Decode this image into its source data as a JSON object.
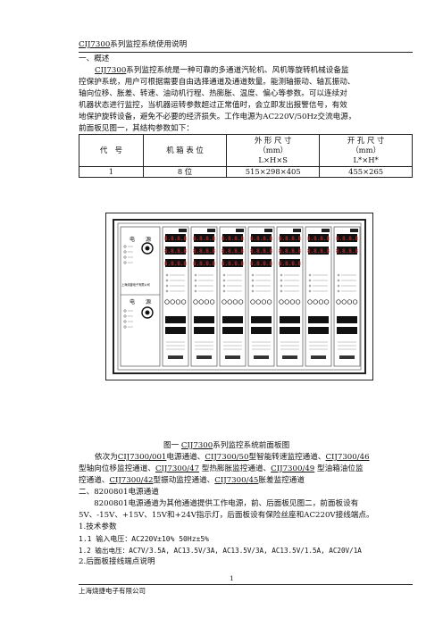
{
  "header": {
    "title": "CIJ7300系列监控系统使用说明",
    "title_code": "CIJ7300",
    "title_rest": "系列监控系统使用说明"
  },
  "section1": {
    "heading": "一、概述",
    "lines": [
      "控保护系统，用户可根据需要自由选择通道及通道数量。能测轴振动、轴瓦振动、",
      "轴向位移、胀差、转速、油动机行程、热膨胀、温度、偏心等参数。可以连续对",
      "机器状态进行监控，当机器运转参数超过正常值时，会立即发出报警信号，有效",
      "地保护旋转设备，避免不必要的经济损失。工作电源为AC220V/50Hz交流电源，",
      "前面板见图一，其结构参数如下："
    ],
    "first_code": "CIJ7300",
    "first_rest": "系列监控系统是一种可靠的多通道汽轮机、风机等旋转机械设备监"
  },
  "table": {
    "headers": [
      "代　号",
      "机 箱 表 位",
      "外 形 尺 寸",
      "（mm）",
      "L×H×S",
      "开 孔 尺 寸",
      "（mm）",
      "L*×H*"
    ],
    "row": [
      "1",
      "8 位",
      "515×298×405",
      "455×265"
    ]
  },
  "figure": {
    "caption": "图一 CIJ7300系列监控系统前面板图",
    "power_label": "电　　源",
    "company_small": "上海烧捷电子有限公司",
    "led_value": "8.8.8.8"
  },
  "paragraph": {
    "lines": [
      "依次为CIJ7300/001电源通道、CIJ7300/50型智能转速监控通道、CIJ7300/46",
      "型轴向位移监控通道、CIJ7300/47 型热膨胀监控通道、CIJ7300/49 型油箱油位监",
      "控通道、CIJ7300/42型振动监控通道、CIJ7300/45胀差监控通道"
    ]
  },
  "section2": {
    "heading": "二、8200801电源通道",
    "lines": [
      "　　8200801电源通道为其他通道提供工作电源，前、后面板见图二，前面板设有",
      "5V、-15V、+15V、15V和+24V指示灯，后面板设有保险丝座和AC220V接线端点。",
      "1.技术参数",
      "1.1 输入电压：AC220V±10% 50Hz±5%",
      "1.2 输出电压：AC7V/3.5A, AC13.5V/3A, AC13.5V/3A, AC13.5V/1.5A, AC20V/1A",
      "2.后面板接线端点说明"
    ]
  },
  "footer": {
    "page": "1",
    "company": "上海烧捷电子有限公司"
  }
}
